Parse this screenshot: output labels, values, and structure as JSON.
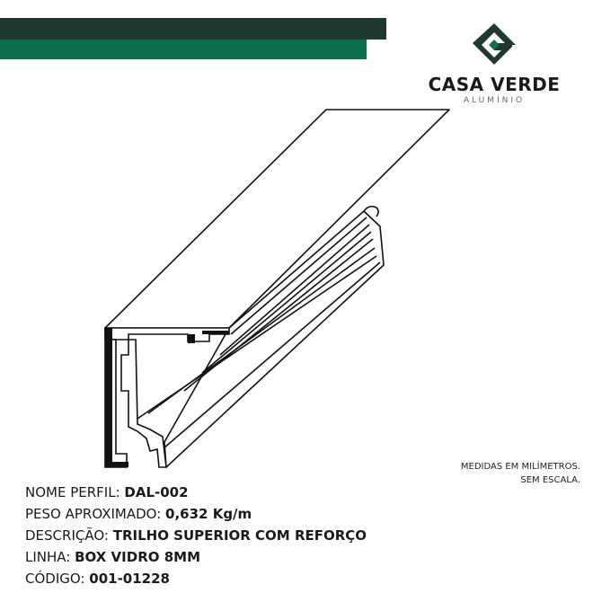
{
  "brand": {
    "name": "CASA VERDE",
    "subtitle": "ALUMÍNIO",
    "colors": {
      "dark": "#1e3a2f",
      "green": "#0b6e4f"
    }
  },
  "note": {
    "line1": "MEDIDAS EM MILÍMETROS.",
    "line2": "SEM ESCALA."
  },
  "specs": [
    {
      "label": "NOME PERFIL:",
      "value": "DAL-002"
    },
    {
      "label": "PESO APROXIMADO:",
      "value": "0,632 Kg/m"
    },
    {
      "label": "DESCRIÇÃO:",
      "value": "TRILHO SUPERIOR COM REFORÇO"
    },
    {
      "label": "LINHA:",
      "value": "BOX VIDRO 8MM"
    },
    {
      "label": "CÓDIGO:",
      "value": "001-01228"
    }
  ]
}
